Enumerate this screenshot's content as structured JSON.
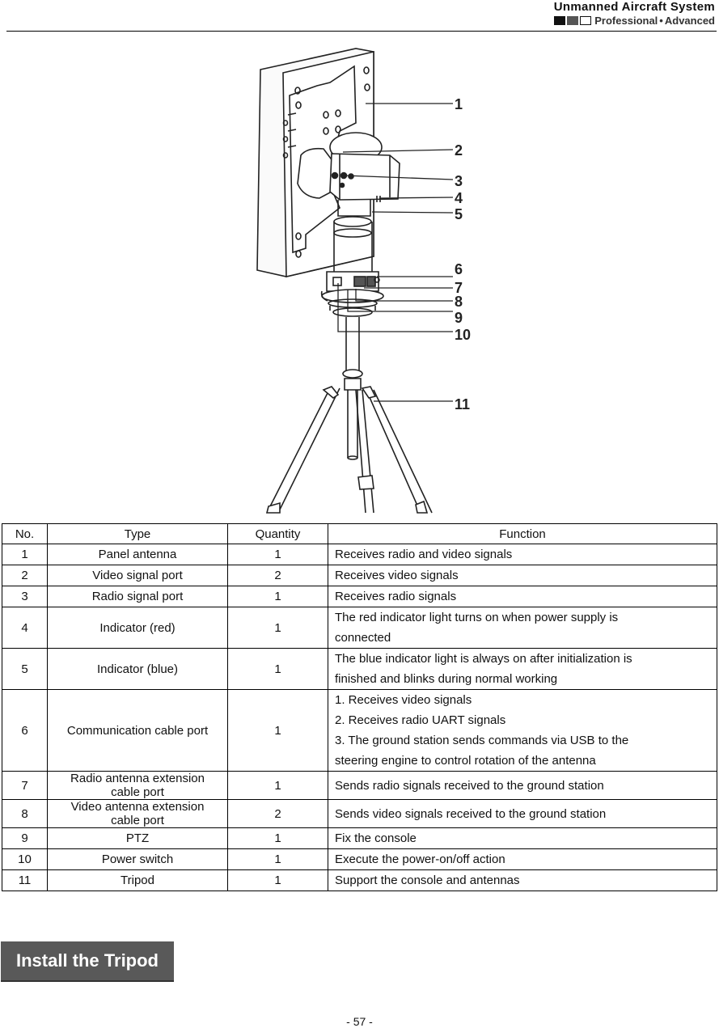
{
  "header": {
    "title": "Unmanned Aircraft System",
    "subtitle_a": "Professional",
    "separator": "•",
    "subtitle_b": "Advanced"
  },
  "figure": {
    "callouts": [
      "1",
      "2",
      "3",
      "4",
      "5",
      "6",
      "7",
      "8",
      "9",
      "10",
      "11"
    ]
  },
  "table": {
    "headers": [
      "No.",
      "Type",
      "Quantity",
      "Function"
    ],
    "rows": [
      {
        "no": "1",
        "type": "Panel antenna",
        "qty": "1",
        "func": [
          "Receives radio and video signals"
        ]
      },
      {
        "no": "2",
        "type": "Video signal port",
        "qty": "2",
        "func": [
          "Receives video signals"
        ]
      },
      {
        "no": "3",
        "type": "Radio signal port",
        "qty": "1",
        "func": [
          "Receives radio signals"
        ]
      },
      {
        "no": "4",
        "type": "Indicator (red)",
        "qty": "1",
        "func": [
          "The red indicator light turns on when power supply is",
          "connected"
        ]
      },
      {
        "no": "5",
        "type": "Indicator (blue)",
        "qty": "1",
        "func": [
          "The blue indicator light is always on after initialization is",
          "finished and blinks during normal working"
        ]
      },
      {
        "no": "6",
        "type": "Communication cable port",
        "qty": "1",
        "func": [
          "1. Receives video signals",
          "2. Receives radio UART signals",
          "3. The ground station sends commands via USB to the",
          "steering engine to control rotation of the antenna"
        ]
      },
      {
        "no": "7",
        "type": [
          "Radio antenna extension",
          "cable port"
        ],
        "qty": "1",
        "func": [
          "Sends radio signals received to the ground station"
        ]
      },
      {
        "no": "8",
        "type": [
          "Video antenna extension",
          "cable port"
        ],
        "qty": "2",
        "func": [
          "Sends video signals received to the ground station"
        ]
      },
      {
        "no": "9",
        "type": "PTZ",
        "qty": "1",
        "func": [
          "Fix the console"
        ]
      },
      {
        "no": "10",
        "type": "Power switch",
        "qty": "1",
        "func": [
          "Execute the power-on/off action"
        ]
      },
      {
        "no": "11",
        "type": "Tripod",
        "qty": "1",
        "func": [
          "Support the console and antennas"
        ]
      }
    ]
  },
  "section_button": "Install the Tripod",
  "page_number": "- 57 -"
}
